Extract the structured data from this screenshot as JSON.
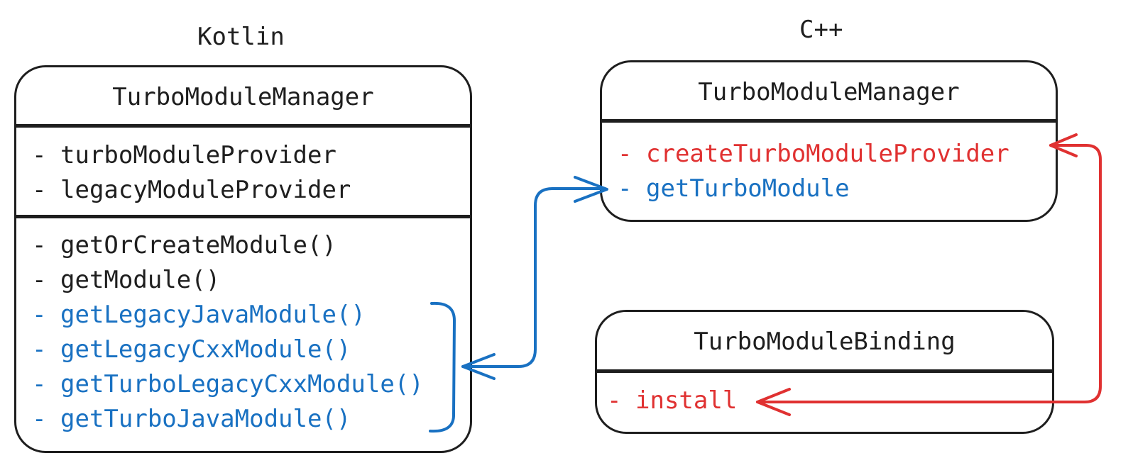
{
  "colors": {
    "ink": "#1e1e1e",
    "blue": "#1971c2",
    "red": "#e03131"
  },
  "kotlin": {
    "label": "Kotlin",
    "class_name": "TurboModuleManager",
    "fields": [
      {
        "dash": "-",
        "text": "turboModuleProvider",
        "color": "black"
      },
      {
        "dash": "-",
        "text": "legacyModuleProvider",
        "color": "black"
      }
    ],
    "methods": [
      {
        "dash": "-",
        "text": "getOrCreateModule()",
        "color": "black"
      },
      {
        "dash": "-",
        "text": "getModule()",
        "color": "black"
      },
      {
        "dash": "-",
        "text": "getLegacyJavaModule()",
        "color": "blue"
      },
      {
        "dash": "-",
        "text": "getLegacyCxxModule()",
        "color": "blue"
      },
      {
        "dash": "-",
        "text": "getTurboLegacyCxxModule()",
        "color": "blue"
      },
      {
        "dash": "-",
        "text": "getTurboJavaModule()",
        "color": "blue"
      }
    ]
  },
  "cpp": {
    "label": "C++",
    "manager": {
      "class_name": "TurboModuleManager",
      "members": [
        {
          "dash": "-",
          "text": "createTurboModuleProvider",
          "color": "red"
        },
        {
          "dash": "-",
          "text": "getTurboModule",
          "color": "blue"
        }
      ]
    },
    "binding": {
      "class_name": "TurboModuleBinding",
      "members": [
        {
          "dash": "-",
          "text": "install",
          "color": "red"
        }
      ]
    }
  }
}
